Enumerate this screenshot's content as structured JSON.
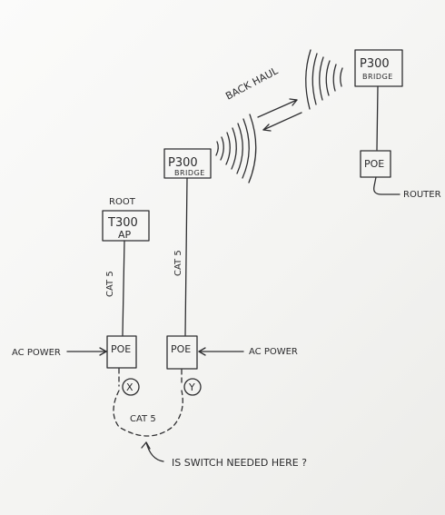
{
  "nodes": {
    "root_label": "ROOT",
    "ap": {
      "line1": "T300",
      "line2": "AP"
    },
    "bridge_left": {
      "line1": "P300",
      "line2": "BRIDGE"
    },
    "bridge_right": {
      "line1": "P300",
      "line2": "BRIDGE"
    },
    "poe_left": "POE",
    "poe_mid": "POE",
    "poe_right": "POE",
    "router": "ROUTER",
    "marker_x": "X",
    "marker_y": "Y"
  },
  "links": {
    "backhaul": "BACK HAUL",
    "cat5_left": "CAT 5",
    "cat5_mid": "CAT 5",
    "cat5_bottom": "CAT 5",
    "ac_power_left": "AC POWER",
    "ac_power_right": "AC POWER"
  },
  "question": "IS SWITCH NEEDED HERE ?"
}
